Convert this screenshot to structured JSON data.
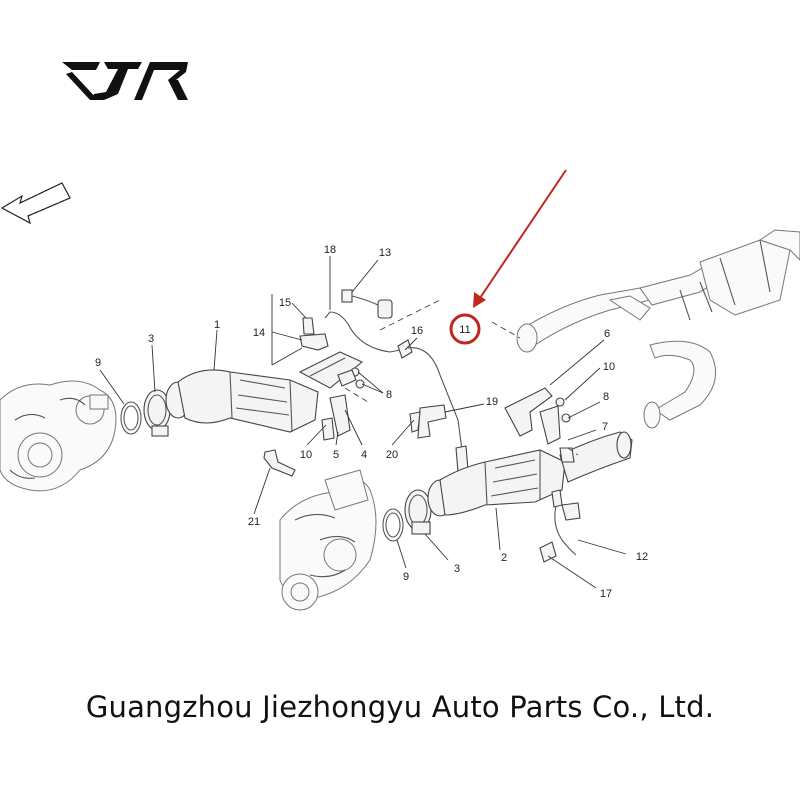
{
  "brand": {
    "logo_text": "FJR",
    "footer_text": "Guangzhou Jiezhongyu Auto Parts Co., Ltd."
  },
  "diagram": {
    "callouts": {
      "n1": "1",
      "n2": "2",
      "n3a": "3",
      "n3b": "3",
      "n4": "4",
      "n5": "5",
      "n6": "6",
      "n7": "7",
      "n8a": "8",
      "n8b": "8",
      "n9a": "9",
      "n9b": "9",
      "n10a": "10",
      "n10b": "10",
      "n11": "11",
      "n12": "12",
      "n13": "13",
      "n14": "14",
      "n15": "15",
      "n16": "16",
      "n17": "17",
      "n18": "18",
      "n19": "19",
      "n20": "20",
      "n21": "21"
    },
    "highlighted_part": "11"
  },
  "colors": {
    "highlight": "#c0281f",
    "line": "#444444"
  }
}
